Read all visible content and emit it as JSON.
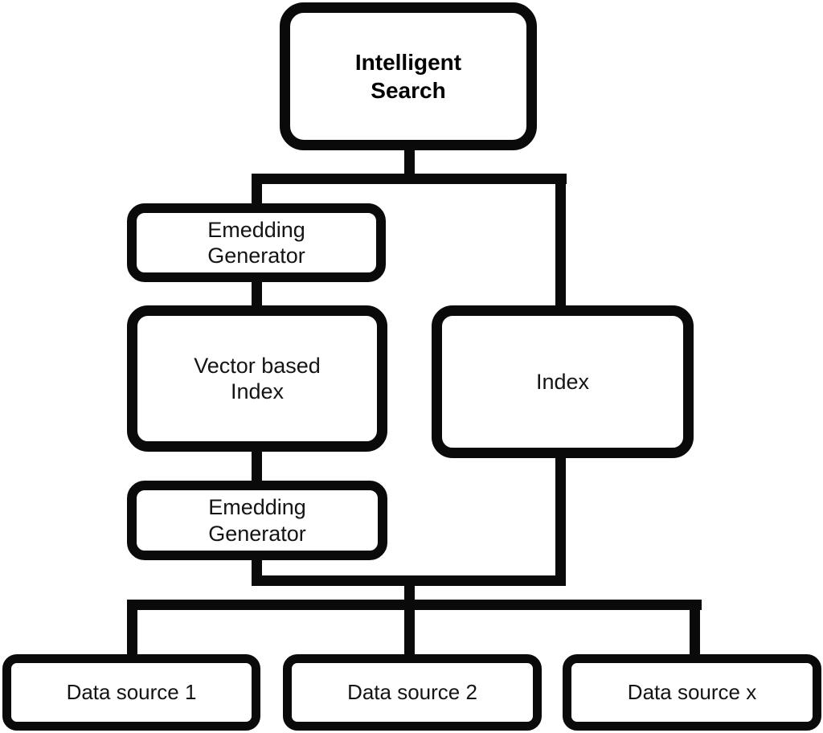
{
  "diagram": {
    "title": "Intelligent Search architecture flowchart",
    "colors": {
      "line": "#0a0a0a",
      "background": "#ffffff",
      "text": "#141414"
    },
    "nodes": {
      "root": {
        "label": "Intelligent\nSearch"
      },
      "eg_top": {
        "label": "Emedding\nGenerator"
      },
      "vector_index": {
        "label": "Vector based\nIndex"
      },
      "index": {
        "label": "Index"
      },
      "eg_bottom": {
        "label": "Emedding\nGenerator"
      },
      "data_source_1": {
        "label": "Data source 1"
      },
      "data_source_2": {
        "label": "Data source 2"
      },
      "data_source_x": {
        "label": "Data source x"
      }
    },
    "connections": [
      [
        "root",
        "eg_top"
      ],
      [
        "root",
        "index"
      ],
      [
        "eg_top",
        "vector_index"
      ],
      [
        "vector_index",
        "eg_bottom"
      ],
      [
        "eg_bottom",
        "data_sources"
      ],
      [
        "index",
        "data_sources"
      ],
      [
        "data_sources",
        "data_source_1"
      ],
      [
        "data_sources",
        "data_source_2"
      ],
      [
        "data_sources",
        "data_source_x"
      ]
    ]
  }
}
